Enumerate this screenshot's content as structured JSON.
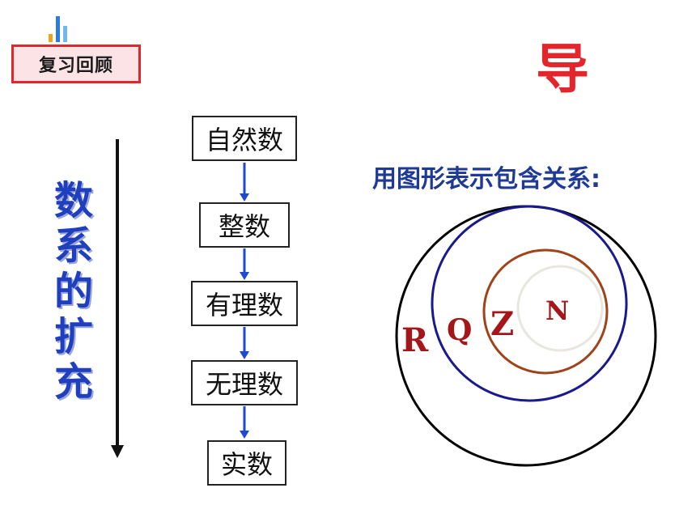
{
  "header": {
    "review_label": "复习回顾",
    "guide_char": "导"
  },
  "side_title": {
    "chars": [
      "数",
      "系",
      "的",
      "扩",
      "充"
    ]
  },
  "flow": {
    "items": [
      "自然数",
      "整数",
      "有理数",
      "无理数",
      "实数"
    ]
  },
  "venn": {
    "subtitle": "用图形表示包含关系:",
    "sets": [
      {
        "label": "R",
        "color": "#000000",
        "label_color": "#a4161a"
      },
      {
        "label": "Q",
        "color": "#1a1a8c",
        "label_color": "#a4161a"
      },
      {
        "label": "Z",
        "color": "#a0421a",
        "label_color": "#a4161a"
      },
      {
        "label": "N",
        "color": "#e8e6df",
        "label_color": "#a4161a"
      }
    ]
  },
  "colors": {
    "accent_red": "#e3262c",
    "title_blue": "#1f3fbf",
    "arrow_blue": "#1d4ad1",
    "bar_orange": "#f4a11c",
    "bar_blue": "#2d7be0"
  }
}
